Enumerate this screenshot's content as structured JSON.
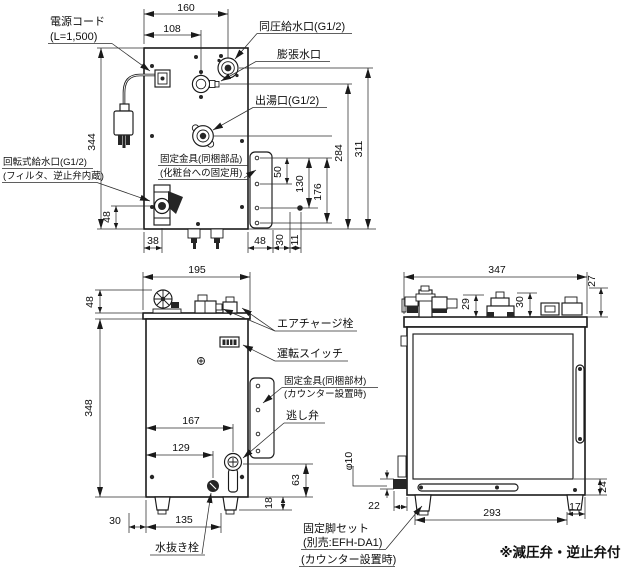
{
  "note": "※減圧弁・逆止弁付",
  "top_view": {
    "labels": {
      "power_cord_1": "電源コード",
      "power_cord_2": "(L=1,500)",
      "equal_pressure_inlet": "同圧給水口(G1/2)",
      "expansion_port": "膨張水口",
      "hot_water_outlet": "出湯口(G1/2)",
      "fixing_bracket_1": "固定金具(同梱部品)",
      "fixing_bracket_2": "(化粧台への固定用)",
      "rotary_inlet_1": "回転式給水口(G1/2)",
      "rotary_inlet_2": "(フィルタ、逆止弁内蔵)"
    },
    "dims": {
      "w160": "160",
      "w108": "108",
      "h344": "344",
      "h48": "48",
      "w38": "38",
      "w48": "48",
      "w30": "30",
      "w11": "11",
      "h50": "50",
      "h130": "130",
      "h176": "176",
      "h284": "284",
      "h311": "311"
    }
  },
  "side_view": {
    "labels": {
      "air_charge_plug": "エアチャージ栓",
      "operation_switch": "運転スイッチ",
      "fixing_bracket_1": "固定金具(同梱部材)",
      "fixing_bracket_2": "(カウンター設置時)",
      "relief_valve": "逃し弁",
      "drain_plug": "水抜き栓"
    },
    "dims": {
      "w195": "195",
      "h48": "48",
      "h348": "348",
      "w167": "167",
      "w129": "129",
      "h63": "63",
      "h18": "18",
      "w30": "30",
      "w135": "135"
    }
  },
  "front_view": {
    "labels": {
      "leg_set_1": "固定脚セット",
      "leg_set_2": "(別売:EFH-DA1)",
      "leg_set_3": "(カウンター設置時)",
      "dia": "φ10"
    },
    "dims": {
      "w347": "347",
      "h29": "29",
      "h30": "30",
      "h27": "27",
      "h24": "24",
      "w22": "22",
      "w293": "293",
      "w17": "17"
    }
  }
}
